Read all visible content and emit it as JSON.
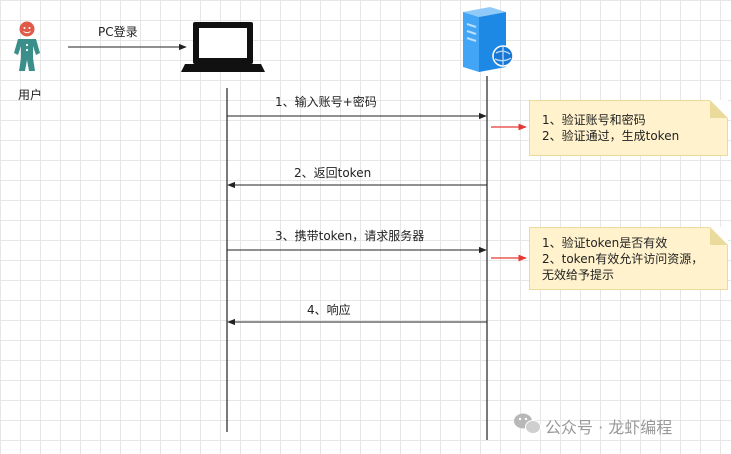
{
  "actors": {
    "user": "用户",
    "login": "PC登录"
  },
  "messages": [
    "1、输入账号+密码",
    "2、返回token",
    "3、携带token，请求服务器",
    "4、响应"
  ],
  "notes": [
    {
      "lines": [
        "1、验证账号和密码",
        "2、验证通过，生成token"
      ]
    },
    {
      "lines": [
        "1、验证token是否有效",
        "2、token有效允许访问资源，",
        "无效给予提示"
      ]
    }
  ],
  "watermark": "公众号 · 龙虾编程",
  "colors": {
    "note_fill": "#fff2cc",
    "red_arrow": "#e53935",
    "line": "#333333",
    "server_blue": "#2196f3"
  },
  "icons": [
    "person-icon",
    "laptop-icon",
    "server-icon",
    "wechat-icon"
  ]
}
